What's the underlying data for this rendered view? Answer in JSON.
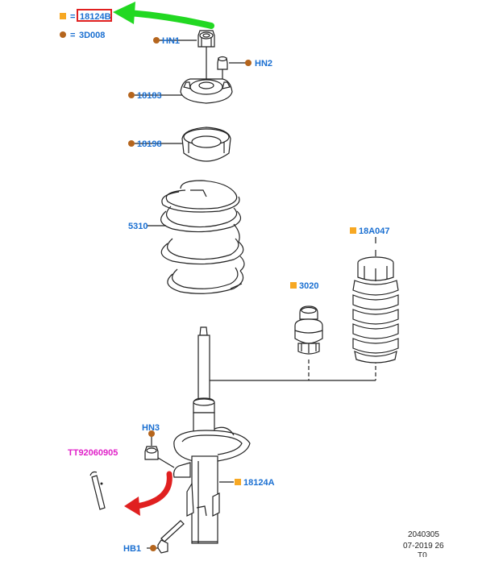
{
  "colors": {
    "label_blue": "#1a6fd1",
    "square_orange": "#f7a823",
    "dot_brown": "#b5651d",
    "tool_magenta": "#e020c8",
    "arrow_green": "#22d822",
    "arrow_red": "#e02020",
    "highlight_red": "#e02020",
    "line_dark": "#222222"
  },
  "legend": {
    "equals": "=",
    "square_code": "18124B",
    "dot_code": "3D008"
  },
  "parts": {
    "hn1": "HN1",
    "hn2": "HN2",
    "mount": "18183",
    "seat": "18198",
    "spring": "5310",
    "boot": "18A047",
    "bumper": "3020",
    "hn3": "HN3",
    "strut": "18124A",
    "hb1": "HB1"
  },
  "tool": "TT92060905",
  "footer": {
    "line1": "2040305",
    "line2": "07-2019 26",
    "line3": "T0"
  },
  "icons": {
    "square": "orange-square-marker",
    "dot": "brown-dot-marker",
    "green_arrow": "green-pointer-arrow",
    "red_arrow": "red-curved-arrow"
  }
}
